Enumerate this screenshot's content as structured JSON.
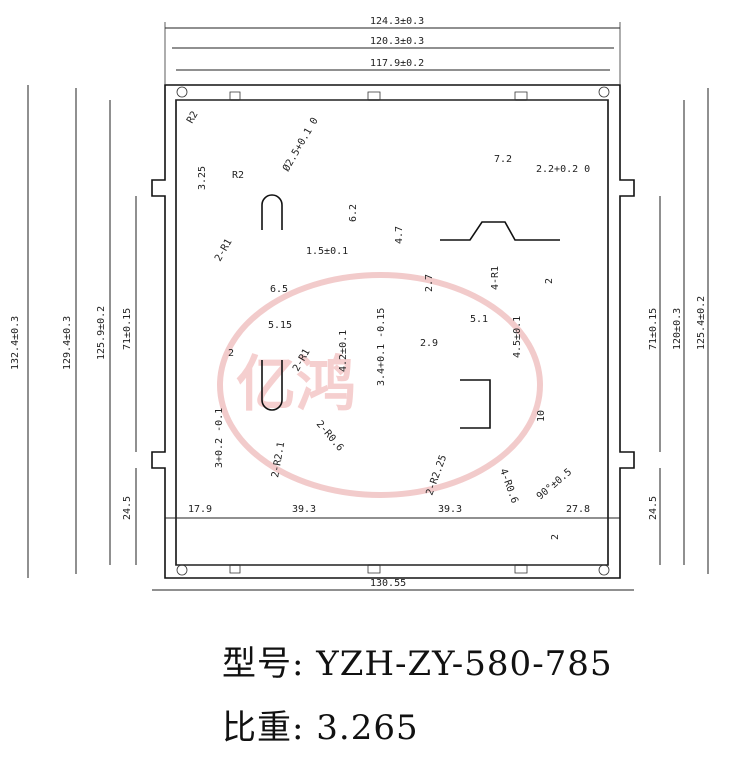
{
  "drawing": {
    "dims_top": [
      "124.3±0.3",
      "120.3±0.3",
      "117.9±0.2"
    ],
    "dims_left": [
      "132.4±0.3",
      "129.4±0.3",
      "125.9±0.2",
      "71±0.15",
      "24.5"
    ],
    "dims_right": [
      "71±0.15",
      "120±0.3",
      "125.4±0.2",
      "24.5"
    ],
    "dims_bottom": [
      "17.9",
      "39.3",
      "39.3",
      "27.8",
      "130.55"
    ],
    "corner_radius": "R2",
    "angle": "90°±0.5",
    "bottom_small": "2",
    "detail_a": [
      "3.25",
      "R2",
      "Ø2.5+0.1 0",
      "6.2",
      "2-R1",
      "1.5±0.1",
      "6.5"
    ],
    "detail_b": [
      "7.2",
      "2.2+0.2 0",
      "4.7",
      "2.7",
      "4-R1",
      "2"
    ],
    "detail_c": [
      "5.15",
      "2",
      "2-R1",
      "4.2±0.1",
      "3+0.2 -0.1",
      "2-R2.1",
      "2-R0.6"
    ],
    "detail_d": [
      "5.1",
      "2.9",
      "4.5±0.1",
      "3.4+0.1 -0.15",
      "10",
      "2-R2.25",
      "4-R0.6"
    ]
  },
  "caption": {
    "model_label": "型号: YZH-ZY-580-785",
    "weight_label": "比重: 3.265"
  },
  "colors": {
    "line": "#222222",
    "watermark": "#e8a0a0"
  }
}
